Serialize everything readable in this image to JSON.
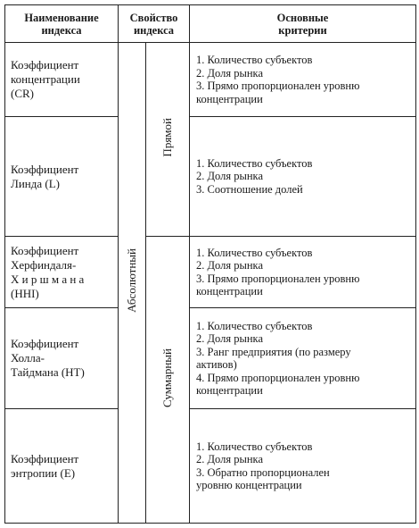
{
  "headers": {
    "name": [
      "Наименование",
      "индекса"
    ],
    "property": [
      "Свойство",
      "индекса"
    ],
    "criteria": [
      "Основные",
      "критерии"
    ]
  },
  "property_absolute": "Абсолютный",
  "property_direct": "Прямой",
  "property_summary": "Суммарный",
  "rows": [
    {
      "name": [
        "Коэффициент",
        "концентрации",
        "(CR)"
      ],
      "criteria": [
        "1. Количество субъектов",
        "2. Доля рынка",
        "3. Прямо пропорционален уровню",
        "концентрации"
      ]
    },
    {
      "name": [
        "Коэффициент",
        "Линда (L)"
      ],
      "criteria": [
        "1. Количество субъектов",
        "2. Доля рынка",
        "3. Соотношение долей"
      ]
    },
    {
      "name": [
        "Коэффициент",
        "Херфиндаля-",
        "Х и р ш м а н а",
        "(HHI)"
      ],
      "criteria": [
        "1. Количество субъектов",
        "2. Доля рынка",
        "3. Прямо пропорционален уровню",
        "концентрации"
      ]
    },
    {
      "name": [
        "Коэффициент",
        "Холла-",
        "Тайдмана (HT)"
      ],
      "criteria": [
        "1. Количество субъектов",
        "2. Доля рынка",
        "3. Ранг предприятия (по размеру",
        "активов)",
        "4. Прямо пропорционален уровню",
        "концентрации"
      ]
    },
    {
      "name": [
        "Коэффициент",
        "энтропии (E)"
      ],
      "criteria": [
        "1. Количество субъектов",
        "2. Доля рынка",
        "3. Обратно пропорционален",
        "уровню концентрации"
      ]
    }
  ]
}
